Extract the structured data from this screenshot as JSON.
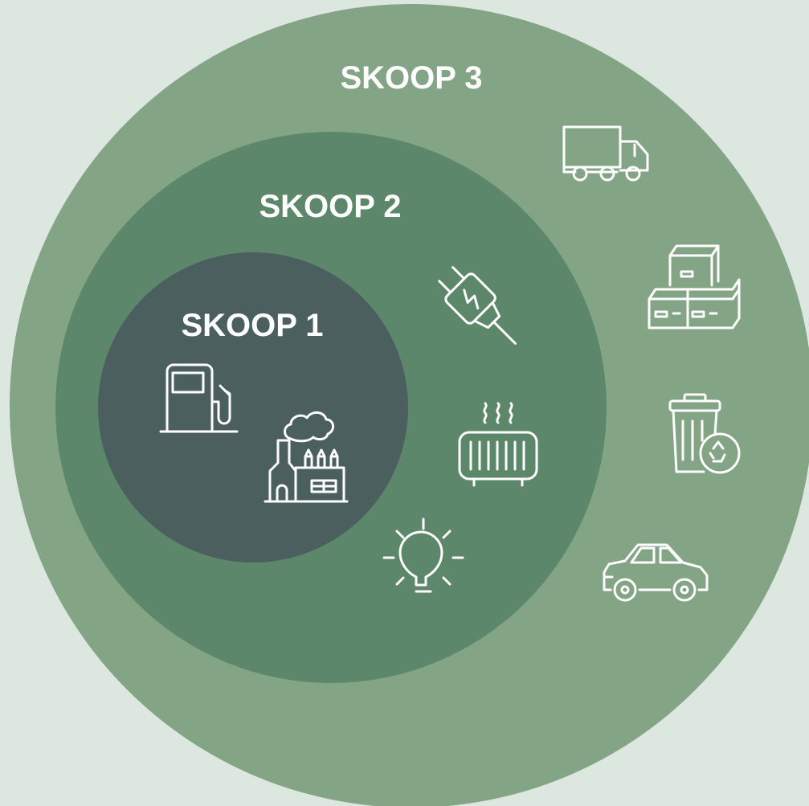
{
  "colors": {
    "background": "#dce8df",
    "scope3": "#84a585",
    "scope2": "#5c876a",
    "scope1": "#4a5f5e",
    "icon": "#ffffff"
  },
  "scopes": [
    {
      "label": "SKOOP 1",
      "icons": [
        "fuel-pump-icon",
        "factory-icon"
      ]
    },
    {
      "label": "SKOOP 2",
      "icons": [
        "electric-plug-icon",
        "radiator-icon",
        "light-bulb-icon"
      ]
    },
    {
      "label": "SKOOP 3",
      "icons": [
        "truck-icon",
        "boxes-icon",
        "recycling-bin-icon",
        "car-icon"
      ]
    }
  ]
}
